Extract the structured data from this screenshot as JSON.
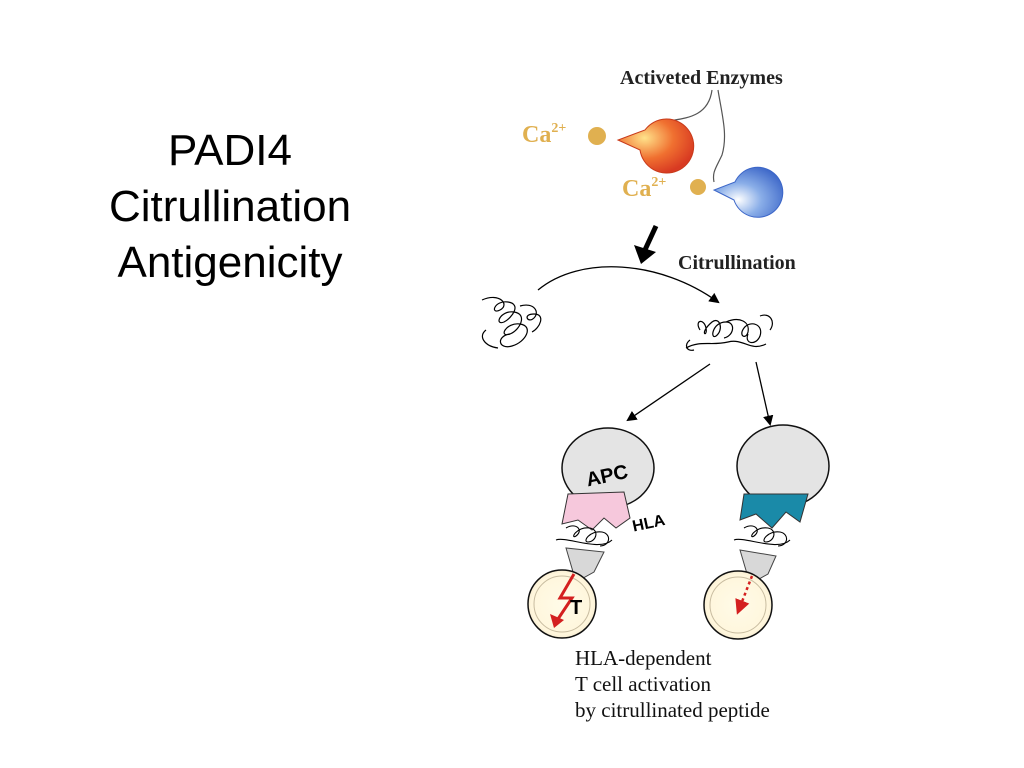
{
  "slide": {
    "title_lines": [
      "PADI4",
      "Citrullination",
      "Antigenicity"
    ]
  },
  "diagram": {
    "enzymes_label": "Activeted Enzymes",
    "calcium_label": "Ca",
    "calcium_charge": "2+",
    "citrullination_label": "Citrullination",
    "apc_label": "APC",
    "hla_label": "HLA",
    "t_cell_label": "T",
    "caption_lines": [
      "HLA-dependent",
      "T cell activation",
      "by citrullinated peptide"
    ]
  },
  "colors": {
    "enzyme_red": "#e8502a",
    "enzyme_blue": "#4a78d0",
    "calcium_gold": "#e0b050",
    "hla_pink": "#f6c8dc",
    "hla_teal": "#1a8aa8",
    "apc_gray": "#e4e4e4",
    "signal_red": "#d42020"
  }
}
